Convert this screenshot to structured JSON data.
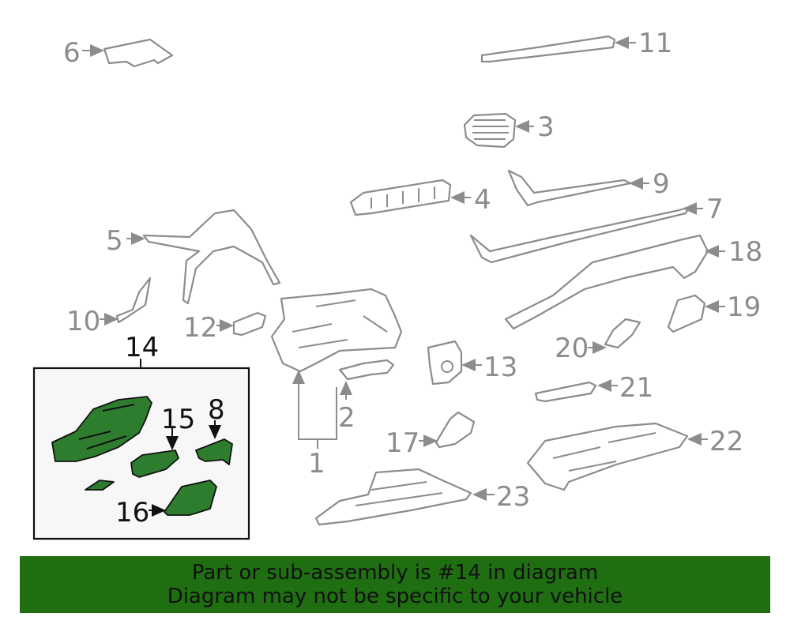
{
  "callouts": {
    "c1": "1",
    "c2": "2",
    "c3": "3",
    "c4": "4",
    "c5": "5",
    "c6": "6",
    "c7": "7",
    "c8": "8",
    "c9": "9",
    "c10": "10",
    "c11": "11",
    "c12": "12",
    "c13": "13",
    "c14": "14",
    "c15": "15",
    "c16": "16",
    "c17": "17",
    "c18": "18",
    "c19": "19",
    "c20": "20",
    "c21": "21",
    "c22": "22",
    "c23": "23"
  },
  "highlight_color": "#2e7d2e",
  "banner": {
    "line1": "Part or sub-assembly is #14 in diagram",
    "line2": "Diagram may not be specific to your vehicle",
    "color": "#1f6e12"
  }
}
